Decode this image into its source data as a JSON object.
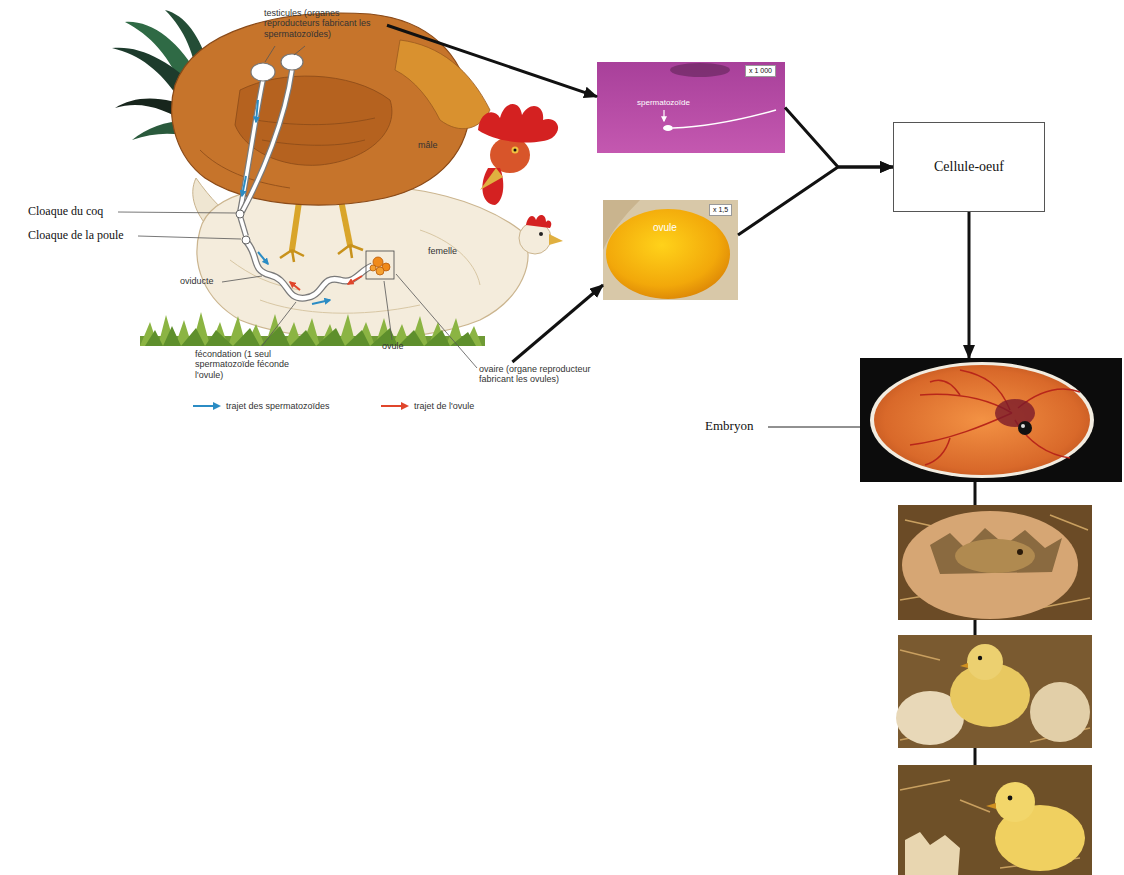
{
  "diagram": {
    "nodes": [
      {
        "text": [
          "testicules (organes reproducteurs fabricant les spermatozoïdes)"
        ]
      },
      {
        "text": [
          "ovaire (organe reproducteur fabricant les ovules)"
        ]
      },
      {
        "text": [
          "spermatozoïde",
          "x 1 000"
        ]
      },
      {
        "text": [
          "ovule",
          "x 1,5"
        ]
      },
      {
        "text": [
          "Cellule-oeuf"
        ]
      },
      {
        "text": [
          "Embryon"
        ]
      }
    ],
    "edges": [
      {
        "from": 0,
        "to": 2,
        "arrow": "to"
      },
      {
        "from": 1,
        "to": 3,
        "arrow": "to"
      },
      {
        "from": 2,
        "to": 4,
        "arrow": "to"
      },
      {
        "from": 3,
        "to": 4,
        "arrow": "to"
      },
      {
        "from": 4,
        "to": 5,
        "arrow": "to"
      }
    ],
    "labels": [
      "mâle",
      "femelle",
      "Cloaque du coq",
      "Cloaque de la poule",
      "oviducte",
      "fécondation (1 seul spermatozoïde féconde l'ovule)",
      "ovule"
    ],
    "legend": [
      {
        "text": "trajet des spermatozoïdes"
      },
      {
        "text": "trajet de l'ovule"
      }
    ]
  }
}
